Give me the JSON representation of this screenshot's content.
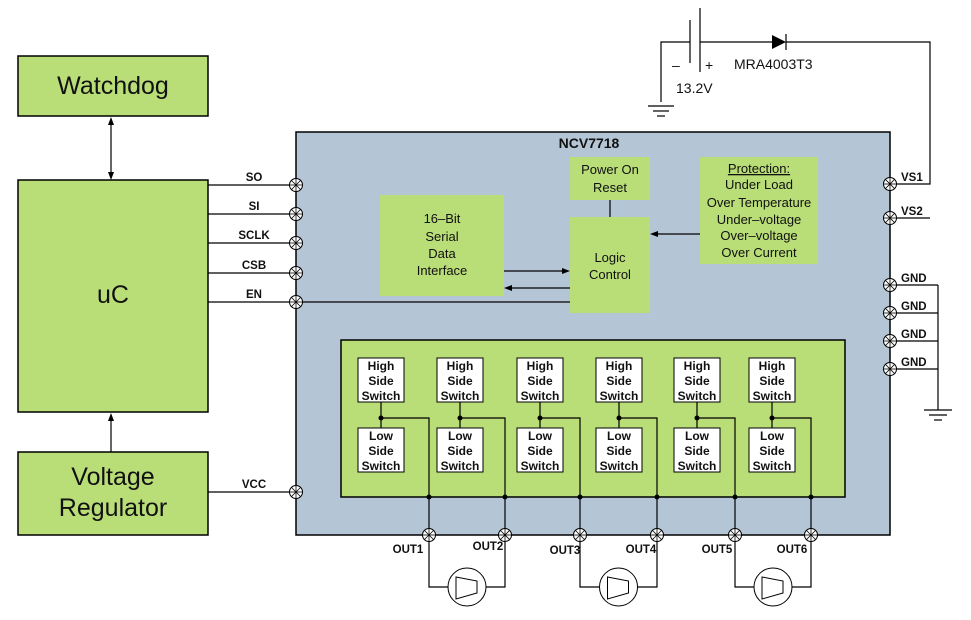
{
  "blocks": {
    "watchdog": "Watchdog",
    "uc": "uC",
    "regulator_line1": "Voltage",
    "regulator_line2": "Regulator"
  },
  "chip": {
    "name": "NCV7718",
    "power_on_reset": [
      "Power On",
      "Reset"
    ],
    "serial_interface": [
      "16–Bit",
      "Serial",
      "Data",
      "Interface"
    ],
    "logic_control": [
      "Logic",
      "Control"
    ],
    "protection": {
      "heading": "Protection:",
      "items": [
        "Under Load",
        "Over Temperature",
        "Under–voltage",
        "Over–voltage",
        "Over Current"
      ]
    },
    "high_side_switch": [
      "High",
      "Side",
      "Switch"
    ],
    "low_side_switch": [
      "Low",
      "Side",
      "Switch"
    ]
  },
  "pins": {
    "left": [
      "SO",
      "SI",
      "SCLK",
      "CSB",
      "EN",
      "VCC"
    ],
    "right": [
      "VS1",
      "VS2",
      "GND",
      "GND",
      "GND",
      "GND"
    ],
    "outputs": [
      "OUT1",
      "OUT2",
      "OUT3",
      "OUT4",
      "OUT5",
      "OUT6"
    ]
  },
  "supply": {
    "battery_voltage": "13.2V",
    "minus": "–",
    "plus": "+",
    "diode_part": "MRA4003T3"
  }
}
